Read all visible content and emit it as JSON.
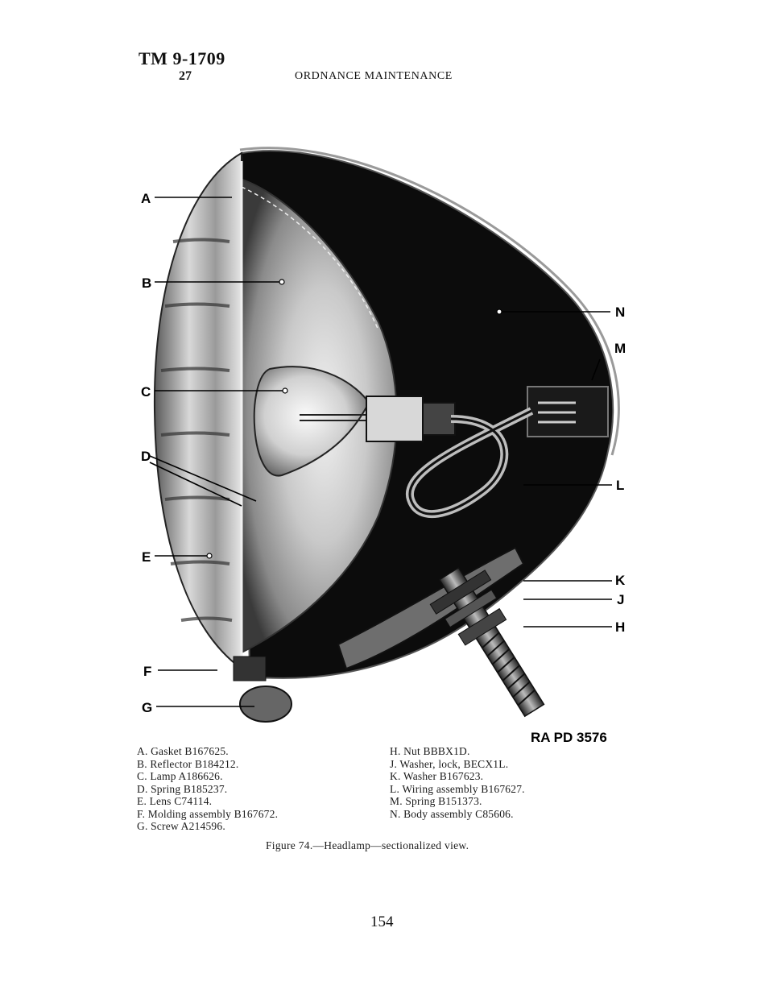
{
  "header": {
    "tm_number": "TM 9-1709",
    "section_number": "27",
    "running_head": "ORDNANCE MAINTENANCE"
  },
  "figure": {
    "callouts": [
      "A",
      "B",
      "C",
      "D",
      "E",
      "F",
      "G",
      "H",
      "J",
      "K",
      "L",
      "M",
      "N"
    ],
    "plate_code": "RA PD 3576",
    "legend_left": [
      "A. Gasket B167625.",
      "B. Reflector B184212.",
      "C. Lamp A186626.",
      "D. Spring B185237.",
      "E. Lens C74114.",
      "F. Molding assembly B167672.",
      "G. Screw A214596."
    ],
    "legend_right": [
      "H. Nut BBBX1D.",
      "J. Washer, lock, BECX1L.",
      "K. Washer B167623.",
      "L. Wiring assembly B167627.",
      "M. Spring B151373.",
      "N. Body assembly C85606."
    ],
    "caption": "Figure 74.—Headlamp—sectionalized view."
  },
  "footer": {
    "page_number": "154"
  }
}
